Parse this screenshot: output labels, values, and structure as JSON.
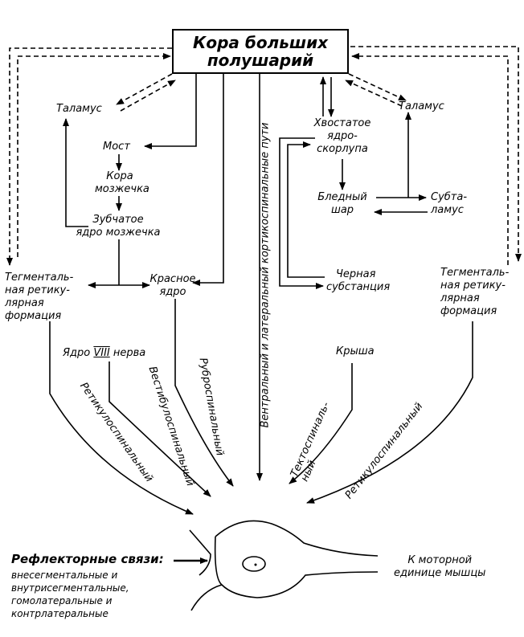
{
  "cortex": {
    "line1": "Кора больших",
    "line2": "полушарий"
  },
  "thalamus_left": "Таламус",
  "thalamus_right": "Таламус",
  "pons": "Мост",
  "cerebellar_cortex": {
    "line1": "Кора",
    "line2": "мозжечка"
  },
  "dentate": {
    "line1": "Зубчатое",
    "line2": "ядро мозжечка"
  },
  "tegmental_left": {
    "line1": "Тегменталь-",
    "line2": "ная ретику-",
    "line3": "лярная",
    "line4": "формация"
  },
  "red_nucleus": {
    "line1": "Красное",
    "line2": "ядро"
  },
  "caudate": {
    "line1": "Хвостатое",
    "line2": "ядро-",
    "line3": "скорлупа"
  },
  "pallidum": {
    "line1": "Бледный",
    "line2": "шар"
  },
  "subthalamus": {
    "line1": "Субта-",
    "line2": "ламус"
  },
  "substantia_nigra": {
    "line1": "Черная",
    "line2": "субстанция"
  },
  "tegmental_right": {
    "line1": "Тегменталь-",
    "line2": "ная ретику-",
    "line3": "лярная",
    "line4": "формация"
  },
  "vestibular_nucleus": {
    "pre": "Ядро ",
    "numeral": "VIII",
    "post": " нерва"
  },
  "tectum": "Крыша",
  "tracts": {
    "cortico": "Вентральный и латеральный кортикоспинальные пути",
    "reticulo_left": "Ретикулоспинальный",
    "vestibulo": "Вестибулоспинальный",
    "rubro": "Руброспинальный",
    "tecto": "Тектоспиналь-ный",
    "reticulo_right": "Ретикулоспинальный"
  },
  "reflex": {
    "title": "Рефлекторные связи:",
    "line1": "внесегментальные и",
    "line2": "внутрисегментальные,",
    "line3": "гомолатеральные и",
    "line4": "контрлатеральные"
  },
  "motor_unit": {
    "line1": "К моторной",
    "line2": "единице мышцы"
  }
}
